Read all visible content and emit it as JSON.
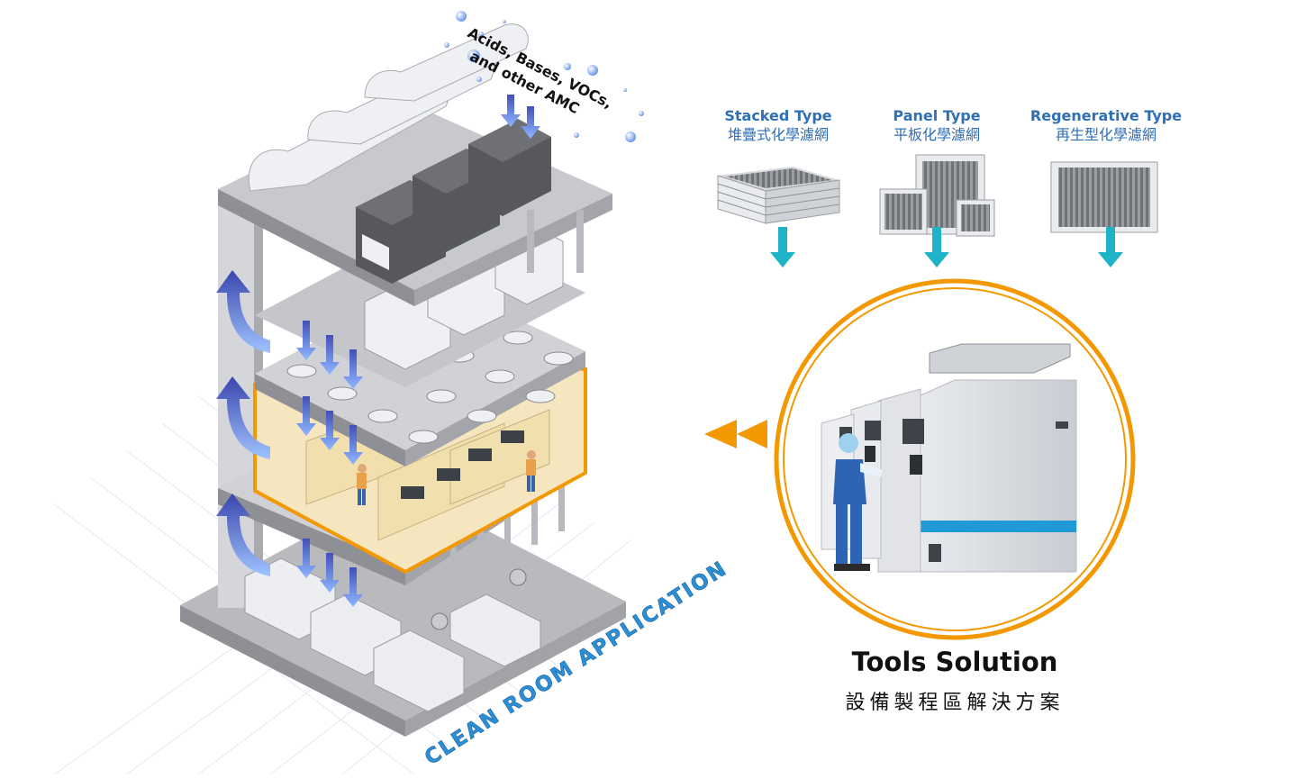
{
  "pollutant_label": [
    "Acids, Bases, VOCs,",
    "and other AMC"
  ],
  "clean_room_label": "CLEAN ROOM APPLICATION",
  "filters": [
    {
      "name": "Stacked Type",
      "zh": "堆疊式化學濾網"
    },
    {
      "name": "Panel Type",
      "zh": "平板化學濾網"
    },
    {
      "name": "Regenerative Type",
      "zh": "再生型化學濾網"
    }
  ],
  "tools": {
    "title": "Tools Solution",
    "subtitle": "設備製程區解決方案"
  },
  "colors": {
    "accent_orange": "#f39800",
    "arrow_teal": "#1fb3c8",
    "airflow_blue": "#3f47b0",
    "label_blue": "#2f6fb5",
    "floor_gray": "#b8babd",
    "highlight_cream": "#f6e6c0"
  }
}
